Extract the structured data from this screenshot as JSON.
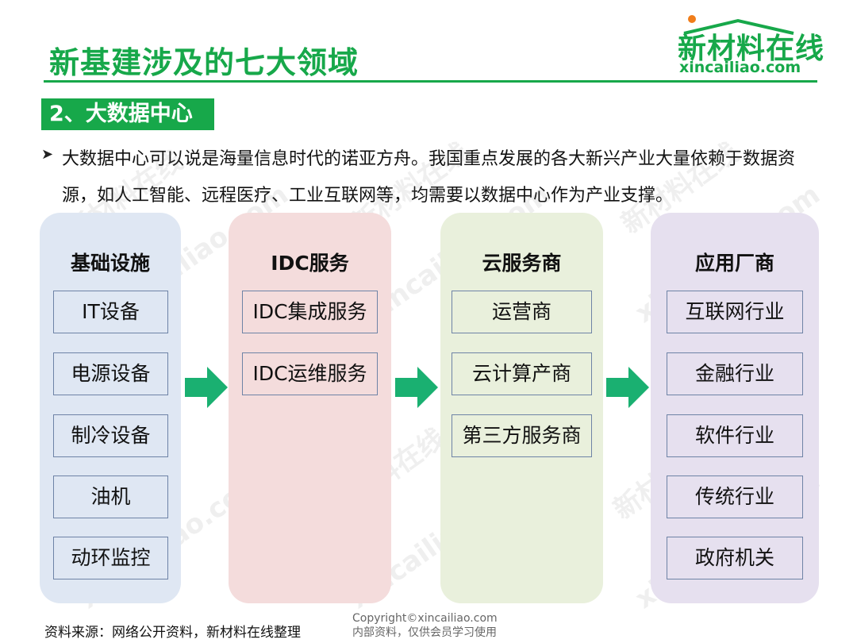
{
  "header": {
    "title": "新基建涉及的七大领域",
    "logo_cn": "新材料在线",
    "logo_en": "xincailiao.com"
  },
  "section": {
    "label": "2、大数据中心"
  },
  "bullet": {
    "text": "大数据中心可以说是海量信息时代的诺亚方舟。我国重点发展的各大新兴产业大量依赖于数据资源，如人工智能、远程医疗、工业互联网等，均需要以数据中心作为产业支撑。"
  },
  "columns": [
    {
      "title": "基础设施",
      "items": [
        "IT设备",
        "电源设备",
        "制冷设备",
        "油机",
        "动环监控"
      ]
    },
    {
      "title": "IDC服务",
      "items": [
        "IDC集成服务",
        "IDC运维服务"
      ]
    },
    {
      "title": "云服务商",
      "items": [
        "运营商",
        "云计算产商",
        "第三方服务商"
      ]
    },
    {
      "title": "应用厂商",
      "items": [
        "互联网行业",
        "金融行业",
        "软件行业",
        "传统行业",
        "政府机关"
      ]
    }
  ],
  "footer": {
    "source": "资料来源：网络公开资料，新材料在线整理",
    "copyright": "Copyright©xincailiao.com",
    "internal": "内部资料，仅供会员学习使用"
  },
  "watermark": {
    "cn": "新材料在线",
    "en": "xincailiao.com"
  },
  "colors": {
    "brand_green": "#17a84a",
    "col1_bg": "#dfe7f3",
    "col2_bg": "#f4dcdc",
    "col3_bg": "#e9f0dc",
    "col4_bg": "#e6e0ef",
    "arrow_green": "#1ab071"
  }
}
